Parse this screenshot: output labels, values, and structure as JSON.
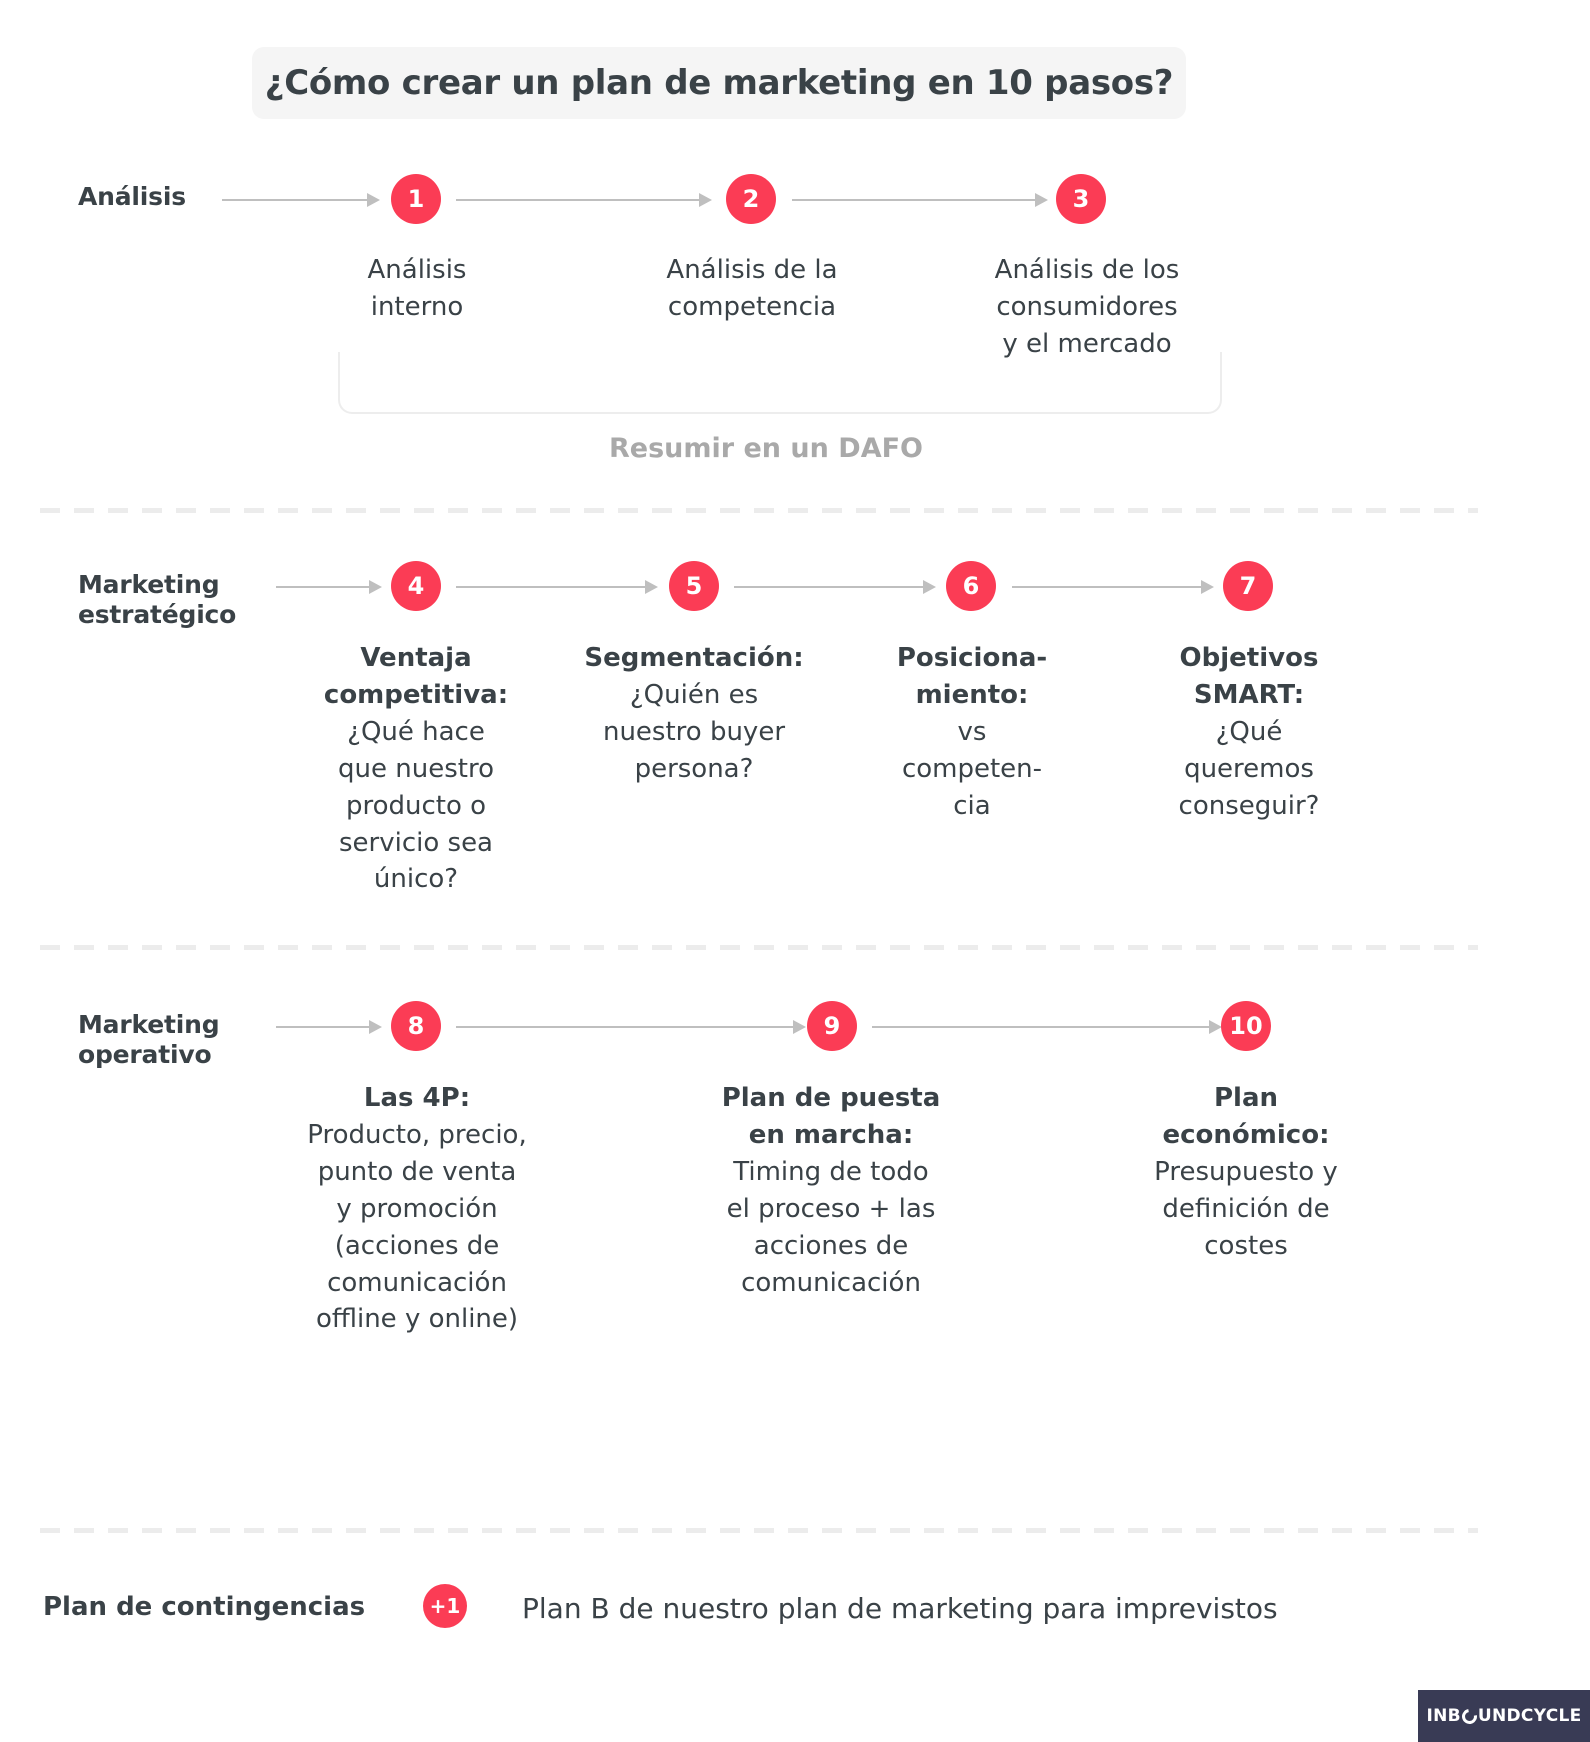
{
  "header": {
    "title": "¿Cómo crear un plan de marketing en 10 pasos?"
  },
  "colors": {
    "accent": "#FB3C55",
    "text": "#3A4247",
    "muted": "#A9A9A9",
    "rule": "#ECECEC",
    "title_bg": "#F5F5F5",
    "logo_bg": "#393B55"
  },
  "sections": [
    {
      "id": "analisis",
      "label": "Análisis",
      "steps": [
        {
          "number": "1",
          "title": "",
          "body": "Análisis\ninterno"
        },
        {
          "number": "2",
          "title": "",
          "body": "Análisis de la\ncompetencia"
        },
        {
          "number": "3",
          "title": "",
          "body": "Análisis de los\nconsumidores\ny el mercado"
        }
      ],
      "bracket_note": "Resumir en un DAFO"
    },
    {
      "id": "marketing-estrategico",
      "label": "Marketing\nestratégico",
      "label_line1": "Marketing",
      "label_line2": "estratégico",
      "steps": [
        {
          "number": "4",
          "title": "Ventaja\ncompetitiva:",
          "body": "¿Qué hace\nque nuestro\nproducto o\nservicio sea\núnico?"
        },
        {
          "number": "5",
          "title": "Segmentación:",
          "body": "¿Quién es\nnuestro buyer\npersona?"
        },
        {
          "number": "6",
          "title": "Posiciona-\nmiento:",
          "body": "vs\ncompeten-\ncia"
        },
        {
          "number": "7",
          "title": "Objetivos\nSMART:",
          "body": "¿Qué\nqueremos\nconseguir?"
        }
      ]
    },
    {
      "id": "marketing-operativo",
      "label": "Marketing\noperativo",
      "label_line1": "Marketing",
      "label_line2": "operativo",
      "steps": [
        {
          "number": "8",
          "title": "Las 4P:",
          "body": "Producto, precio,\npunto de venta\ny promoción\n(acciones de\ncomunicación\noffline y online)"
        },
        {
          "number": "9",
          "title": "Plan de puesta\nen marcha:",
          "body": "Timing de todo\nel proceso + las\nacciones de\ncomunicación"
        },
        {
          "number": "10",
          "title": "Plan\neconómico:",
          "body": "Presupuesto y\ndefinición de\ncostes"
        }
      ]
    }
  ],
  "contingency": {
    "label": "Plan de contingencias",
    "badge": "+1",
    "text": "Plan B de nuestro plan de marketing para imprevistos"
  },
  "footer": {
    "logo_part1": "INB",
    "logo_icon": "circle-o-icon",
    "logo_part2": "UNDCYCLE"
  }
}
